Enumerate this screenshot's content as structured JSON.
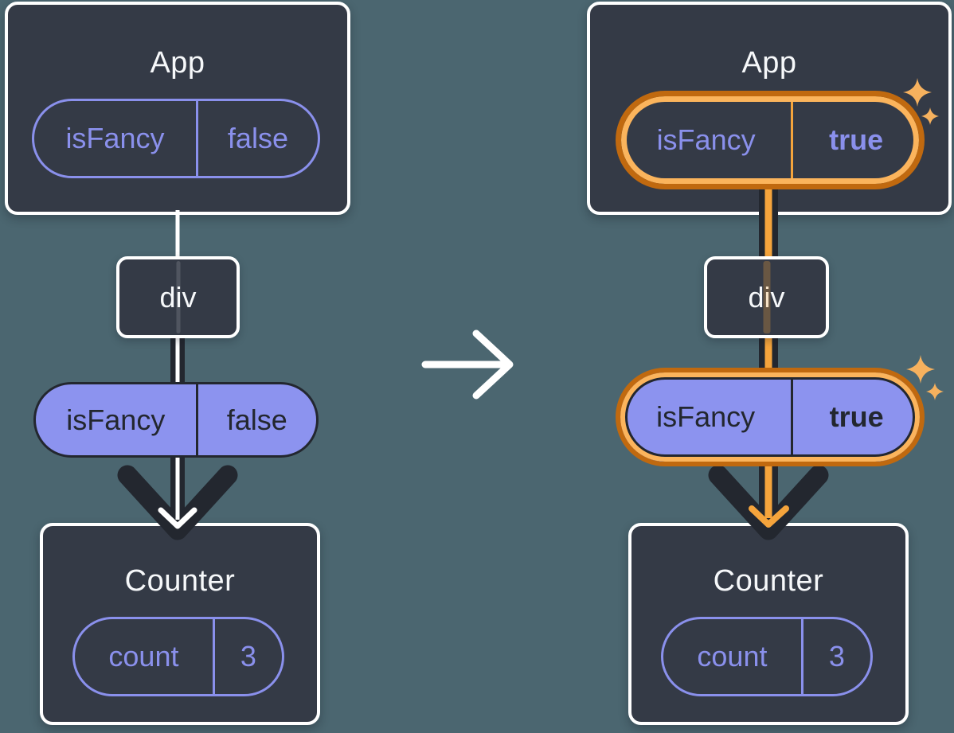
{
  "diagram": {
    "description": "React state flow diagram: App passes isFancy down through div to Counter; left tree isFancy=false, right tree isFancy=true (highlighted)",
    "transition_arrow": "right-arrow",
    "left_tree": {
      "app": {
        "title": "App"
      },
      "app_state_pill": {
        "label": "isFancy",
        "value": "false"
      },
      "div_node": {
        "label": "div"
      },
      "props_pill": {
        "label": "isFancy",
        "value": "false"
      },
      "counter": {
        "title": "Counter"
      },
      "counter_state_pill": {
        "label": "count",
        "value": "3"
      }
    },
    "right_tree": {
      "app": {
        "title": "App"
      },
      "app_state_pill": {
        "label": "isFancy",
        "value": "true"
      },
      "div_node": {
        "label": "div"
      },
      "props_pill": {
        "label": "isFancy",
        "value": "true"
      },
      "counter": {
        "title": "Counter"
      },
      "counter_state_pill": {
        "label": "count",
        "value": "3"
      }
    },
    "colors": {
      "background": "#4B6670",
      "card": "#343A46",
      "card_border": "#FFFFFF",
      "purple": "#8A90EC",
      "purple_fill": "#8C93EF",
      "dark": "#23272F",
      "orange_ring_outer": "#C0690F",
      "orange_ring_inner": "#FBB45C",
      "orange_line": "#F5A43C",
      "sparkle": "#F6B15E"
    }
  }
}
